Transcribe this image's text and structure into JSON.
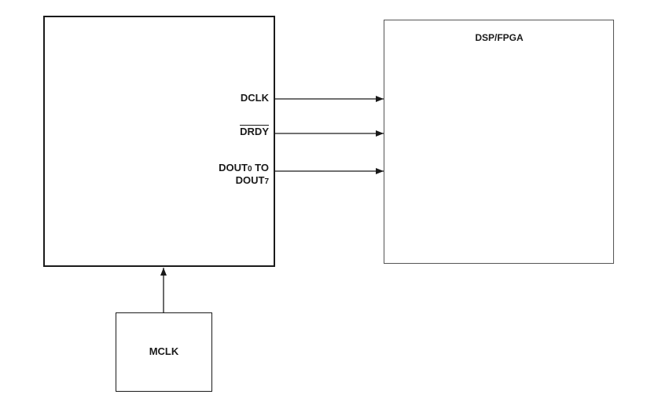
{
  "blocks": {
    "adc": {
      "label": ""
    },
    "dsp": {
      "label": "DSP/FPGA"
    },
    "mclk": {
      "label": "MCLK"
    }
  },
  "signals": {
    "dclk": "DCLK",
    "drdy": "DRDY",
    "dout_line1_main": "DOUT",
    "dout_line1_sub": "0",
    "dout_line1_tail": " TO",
    "dout_line2_main": "DOUT",
    "dout_line2_sub": "7"
  },
  "colors": {
    "line": "#1a1a1a",
    "background": "#ffffff"
  }
}
